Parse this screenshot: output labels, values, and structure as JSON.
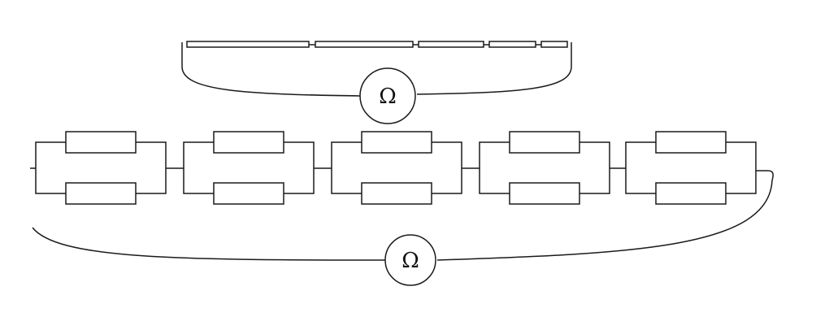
{
  "meter_symbol": "Ω",
  "meters": [
    {
      "id": "ohmmeter-top",
      "label": "Ω"
    },
    {
      "id": "ohmmeter-bottom",
      "label": "Ω"
    }
  ],
  "series_segments": 5,
  "parallel_blocks": 5,
  "resistors_per_block": 2
}
